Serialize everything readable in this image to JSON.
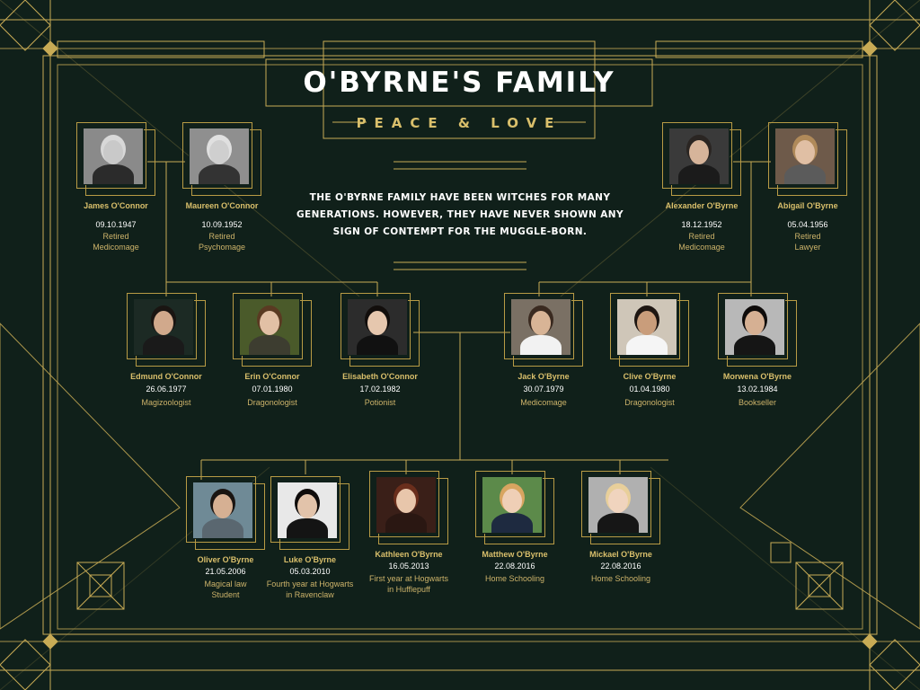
{
  "header": {
    "title": "O'Byrne's Family",
    "subtitle": "Peace & Love",
    "intro": "The O'Byrne family have been witches for many generations. However, they have never shown any sign of contempt for the Muggle-born."
  },
  "colors": {
    "background": "#10201a",
    "gold": "#c8ab55",
    "name": "#d9bf6b",
    "text": "#ffffff"
  },
  "people": [
    {
      "key": "james",
      "name": "James O'Connor",
      "date": "09.10.1947",
      "role": [
        "Retired",
        "Medicomage"
      ]
    },
    {
      "key": "maureen",
      "name": "Maureen O'Connor",
      "date": "10.09.1952",
      "role": [
        "Retired",
        "Psychomage"
      ]
    },
    {
      "key": "alexander",
      "name": "Alexander O'Byrne",
      "date": "18.12.1952",
      "role": [
        "Retired",
        "Medicomage"
      ]
    },
    {
      "key": "abigail",
      "name": "Abigaïl O'Byrne",
      "date": "05.04.1956",
      "role": [
        "Retired",
        "Lawyer"
      ]
    },
    {
      "key": "edmund",
      "name": "Edmund O'Connor",
      "date": "26.06.1977",
      "role": [
        "Magizoologist"
      ]
    },
    {
      "key": "erin",
      "name": "Erin O'Connor",
      "date": "07.01.1980",
      "role": [
        "Dragonologist"
      ]
    },
    {
      "key": "elisabeth",
      "name": "Elisabeth O'Connor",
      "date": "17.02.1982",
      "role": [
        "Potionist"
      ]
    },
    {
      "key": "jack",
      "name": "Jack O'Byrne",
      "date": "30.07.1979",
      "role": [
        "Medicomage"
      ]
    },
    {
      "key": "clive",
      "name": "Clive O'Byrne",
      "date": "01.04.1980",
      "role": [
        "Dragonologist"
      ]
    },
    {
      "key": "morwena",
      "name": "Morwena O'Byrne",
      "date": "13.02.1984",
      "role": [
        "Bookseller"
      ]
    },
    {
      "key": "oliver",
      "name": "Oliver O'Byrne",
      "date": "21.05.2006",
      "role": [
        "Magical law",
        "Student"
      ]
    },
    {
      "key": "luke",
      "name": "Luke O'Byrne",
      "date": "05.03.2010",
      "role": [
        "Fourth year at Hogwarts",
        "in Ravenclaw"
      ]
    },
    {
      "key": "kathleen",
      "name": "Kathleen O'Byrne",
      "date": "16.05.2013",
      "role": [
        "First year at Hogwarts",
        "in Hufflepuff"
      ]
    },
    {
      "key": "matthew",
      "name": "Matthew O'Byrne",
      "date": "22.08.2016",
      "role": [
        "Home Schooling"
      ]
    },
    {
      "key": "mickael",
      "name": "Mickael O'Byrne",
      "date": "22.08.2016",
      "role": [
        "Home Schooling"
      ]
    }
  ]
}
